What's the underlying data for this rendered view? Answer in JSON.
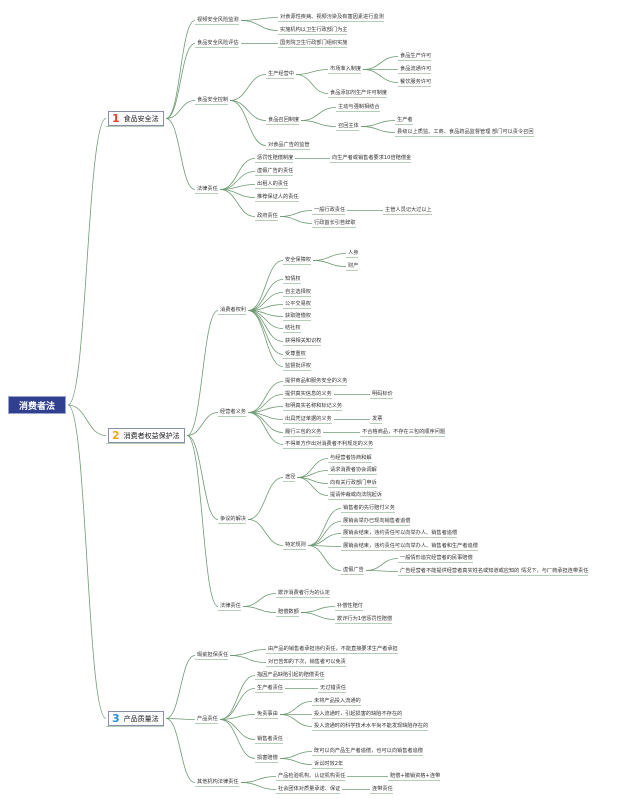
{
  "root": "消费者法",
  "branches": [
    {
      "num": "1",
      "label": "食品安全法"
    },
    {
      "num": "2",
      "label": "消费者权益保护法"
    },
    {
      "num": "3",
      "label": "产品质量法"
    }
  ],
  "food": {
    "risk_monitor": "视频安全风险监测",
    "monitor_a": "对食源性疾病、视频污染及有害因素进行监测",
    "monitor_b": "实施机构以卫生行政部门为主",
    "risk_assess": "食品安全风险评估",
    "assess_a": "国务院卫生行政部门组织实施",
    "control": "食品安全控制",
    "production": "生产经营中",
    "market_entry": "市场准入制度",
    "license_1": "食品生产许可",
    "license_2": "食品流通许可",
    "license_3": "餐饮服务许可",
    "additive": "食品添加剂生产许可制度",
    "recall": "食品召回制度",
    "recall_a": "主动与强制相结合",
    "recall_subject": "召回主体",
    "recall_subject_a": "生产者",
    "recall_subject_b": "县级以上质监、工商、食品药品监督管理 部门可以责令召回",
    "ad_regulation": "对食品广告的监管",
    "liability": "法律责任",
    "punitive": "惩罚性赔偿制度",
    "punitive_a": "向生产者或销售者要求10倍赔偿金",
    "false_ad": "虚假广告的责任",
    "lend_name": "出租人的责任",
    "guarantor": "推荐保证人的责任",
    "gov_liability": "政府责任",
    "gov_general": "一般行政责任",
    "gov_general_a": "主管人员记大过以上",
    "gov_resign": "行政首长引咎辞职"
  },
  "consumer": {
    "rights": "消费者权利",
    "safety": "安全保障权",
    "safety_a": "人身",
    "safety_b": "财产",
    "right_know": "知情权",
    "right_choice": "自主选择权",
    "right_fair": "公平交易权",
    "right_comp": "获取赔偿权",
    "right_assoc": "结社权",
    "right_knowledge": "获得相关知识权",
    "right_respect": "受尊重权",
    "right_supervise": "监督批评权",
    "obligations": "经营者义务",
    "ob_1": "提供商品和服务安全的义务",
    "ob_2": "提供真实信息的义务",
    "ob_2a": "明码标价",
    "ob_3": "标明真实名称和标记义务",
    "ob_4": "出具凭证单据的义务",
    "ob_4a": "发票",
    "ob_5": "履行三包的义务",
    "ob_5a": "不合格商品，不存在三包的顺序问题",
    "ob_6": "不得单方作出对消费者不利规定的义务",
    "dispute": "争议的解决",
    "ways": "途径",
    "way_1": "与经营者协商和解",
    "way_2": "请求消费者协会调解",
    "way_3": "向有关行政部门申诉",
    "way_4": "提请仲裁或向法院起诉",
    "special": "特定规则",
    "sp_1": "销售者的先行赔付义务",
    "sp_2": "展销会举办已现向销售者追偿",
    "sp_3": "展销会结束，违约责任可以向举办人、销售者追偿",
    "sp_4": "展销会结束，违约责任可以向举办人、销售者和生产者追偿",
    "fake_ad": "虚假广告",
    "fake_a": "一般情形追究经营者的民事赔偿",
    "fake_b": "广告经营者不能提供经营者真实姓名或知道或应知的 情况下，与厂商承担连带责任",
    "legal": "法律责任",
    "legal_1": "欺诈消费者行为的认定",
    "legal_2": "赔偿数额",
    "legal_2a": "补偿性赔付",
    "legal_2b": "欺诈行为1倍惩罚性赔偿"
  },
  "product": {
    "warranty": "瑕疵担保责任",
    "w_1": "由产品的销售者承担违约责任，不能直接要求生产者承担",
    "w_2": "对已告知的下次，销售者可以免责",
    "liability": "产品责任",
    "pl_1": "指因产品缺陷引起的赔偿责任",
    "pl_2": "生产者责任",
    "pl_2a": "无过错责任",
    "pl_3": "免责事由",
    "pl_3a": "未将产品投入流通的",
    "pl_3b": "投入流通时，引起损害的缺陷不存在的",
    "pl_3c": "投入流通时的科学技术水平尚不能发现缺陷存在的",
    "pl_4": "销售者责任",
    "pl_5": "损害赔偿",
    "pl_5a": "既可以向产品生产者追偿，也可以向销售者追偿",
    "pl_5b": "诉讼时效2年",
    "other": "其他机构法律责任",
    "o_1": "产品检验机构、认证机构责任",
    "o_1a": "赔偿+撤销资格+连带",
    "o_2": "社会团体对质量承诺、保证",
    "o_2a": "连带责任"
  },
  "colors": {
    "root_bg": "#30408f",
    "line": "#6f9b74",
    "num1": "#e8442a",
    "num2": "#e8a91c",
    "num3": "#2d8fd5"
  }
}
